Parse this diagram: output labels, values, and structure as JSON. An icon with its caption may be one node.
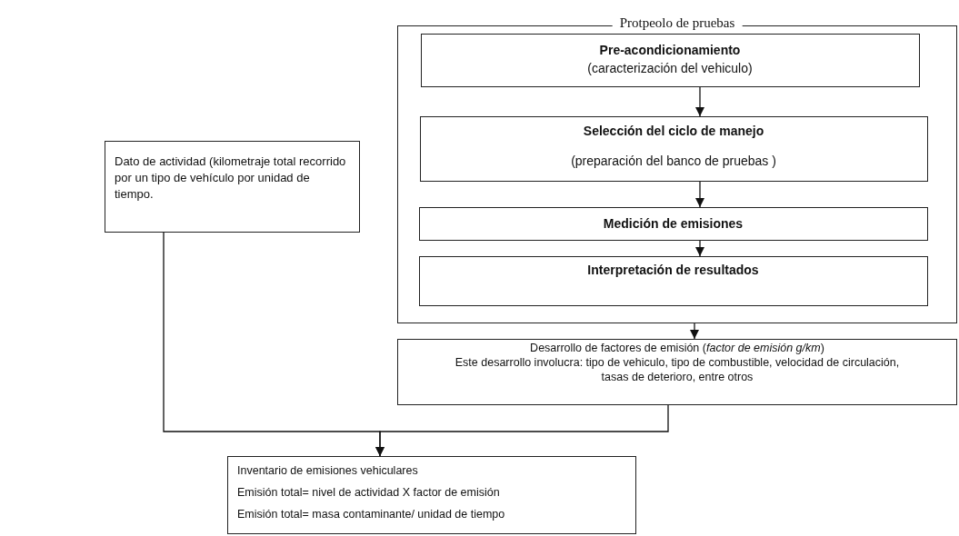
{
  "diagram": {
    "nodes": [
      {
        "text": [
          "Protpeolo de pruebas"
        ]
      },
      {
        "text": [
          "Pre-acondicionamiento",
          "(caracterización del vehiculo)"
        ],
        "in": 0
      },
      {
        "text": [
          "Selección del ciclo de manejo",
          "(preparación del banco de pruebas )"
        ],
        "in": 0
      },
      {
        "text": [
          "Medición de emisiones"
        ],
        "in": 0
      },
      {
        "text": [
          "Interpretación de resultados"
        ],
        "in": 0
      },
      {
        "text": [
          "Desarrollo de factores de emisión (*factor de emisión g/km*)",
          "Este desarrollo involucra: tipo de vehiculo, tipo de combustible, velocidad de circulación, tasas de deterioro, entre otros"
        ]
      },
      {
        "text": [
          "Dato de actividad (kilometraje total recorrido por un tipo de vehículo por unidad de tiempo."
        ]
      },
      {
        "text": [
          "Inventario de emisiones vehiculares",
          "Emisión total= nivel de actividad X factor de emisión",
          "Emisión total= masa contaminante/ unidad de tiempo"
        ]
      }
    ],
    "edges": [
      {
        "from": 1,
        "to": 2,
        "arrow": "to"
      },
      {
        "from": 2,
        "to": 3,
        "arrow": "to"
      },
      {
        "from": 3,
        "to": 4,
        "arrow": "to"
      },
      {
        "from": 0,
        "to": 5,
        "arrow": "to"
      },
      {
        "from": 6,
        "to": 7,
        "arrow": "to"
      },
      {
        "from": 5,
        "to": 7,
        "arrow": "to"
      }
    ]
  }
}
